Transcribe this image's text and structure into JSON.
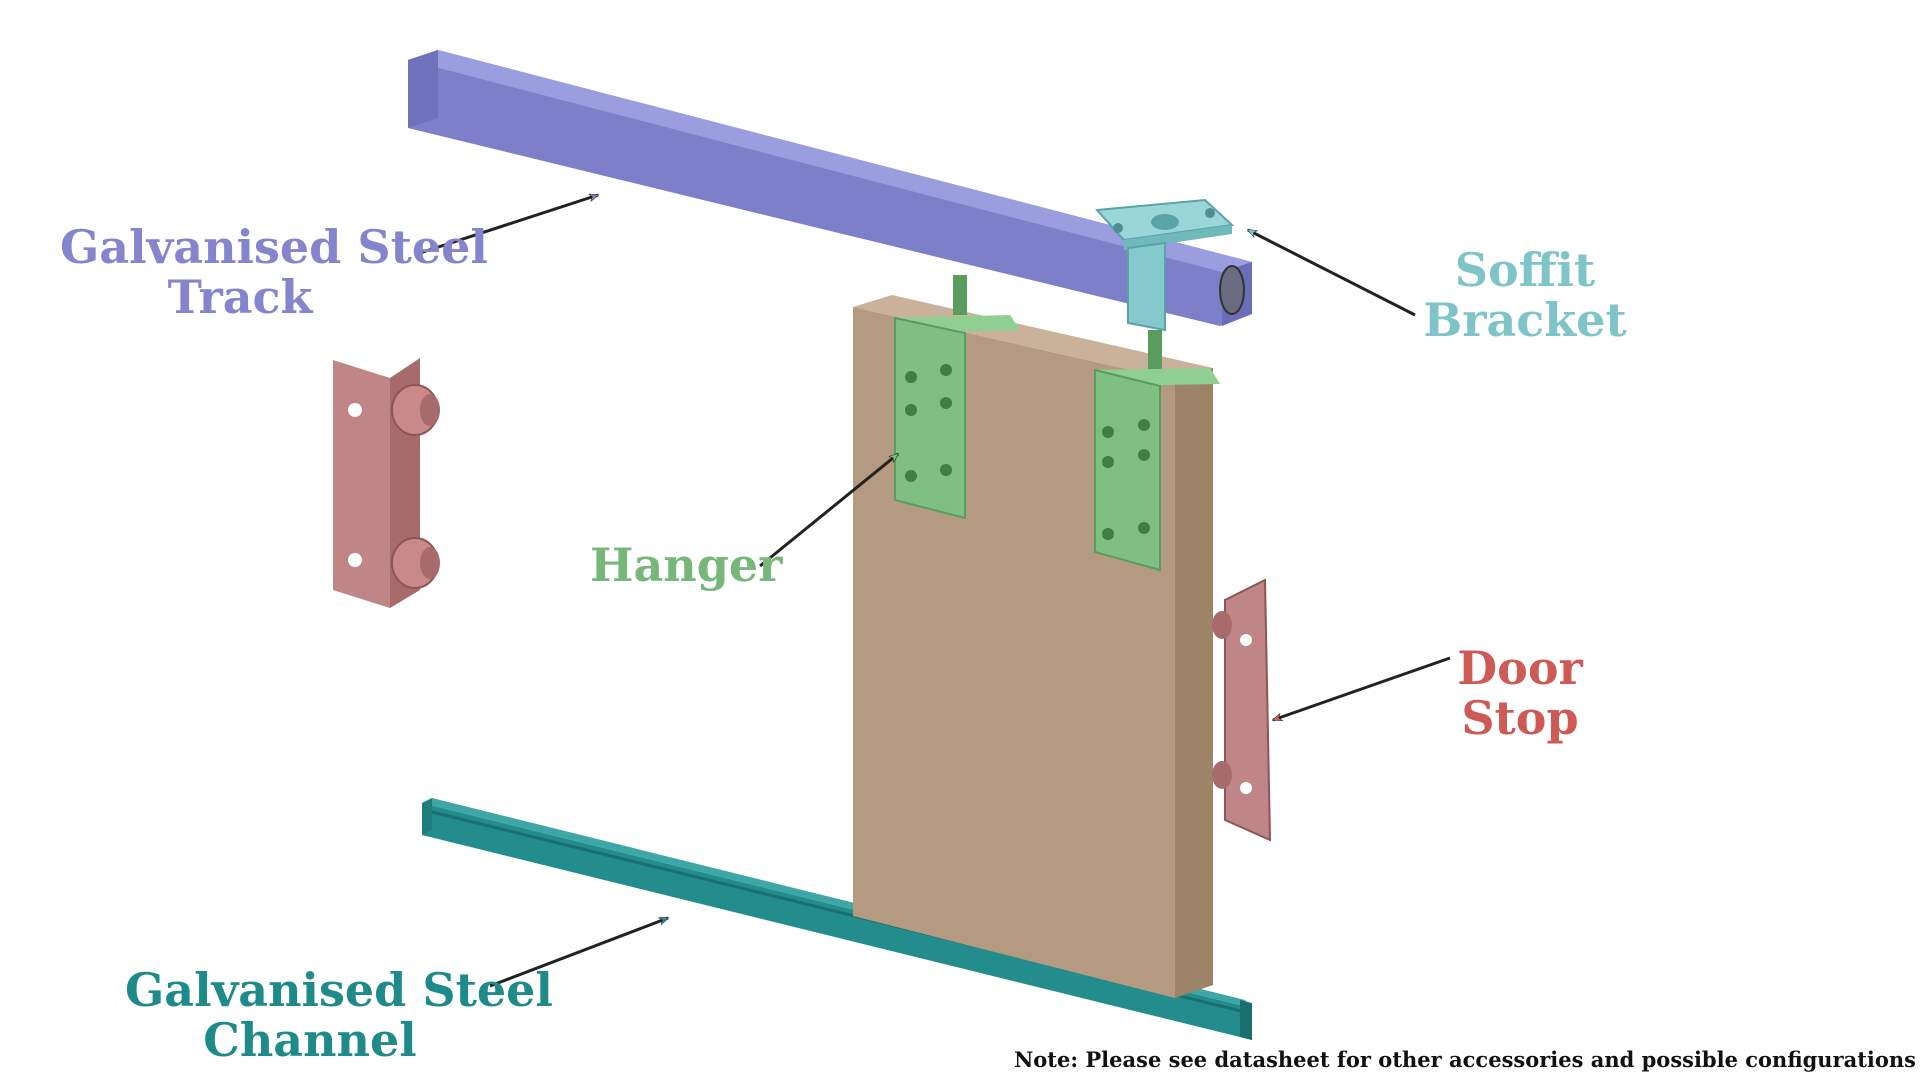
{
  "labels": {
    "track": {
      "line1": "Galvanised Steel",
      "line2": "Track"
    },
    "soffit": {
      "line1": "Soffit",
      "line2": "Bracket"
    },
    "hanger": {
      "line1": "Hanger"
    },
    "stop": {
      "line1": "Door",
      "line2": "Stop"
    },
    "channel": {
      "line1": "Galvanised Steel",
      "line2": "Channel"
    }
  },
  "note": "Note: Please see datasheet for other accessories and possible configurations",
  "colors": {
    "track": "#7d80c8",
    "track_label": "#8485cc",
    "soffit": "#86c9cc",
    "soffit_label": "#7fc4c8",
    "hanger": "#7fbf82",
    "hanger_label": "#77b77a",
    "stop": "#c07f80",
    "stop_label": "#cd5a55",
    "channel": "#238c8c",
    "channel_label": "#1f8a8a",
    "door": "#b59c82"
  }
}
